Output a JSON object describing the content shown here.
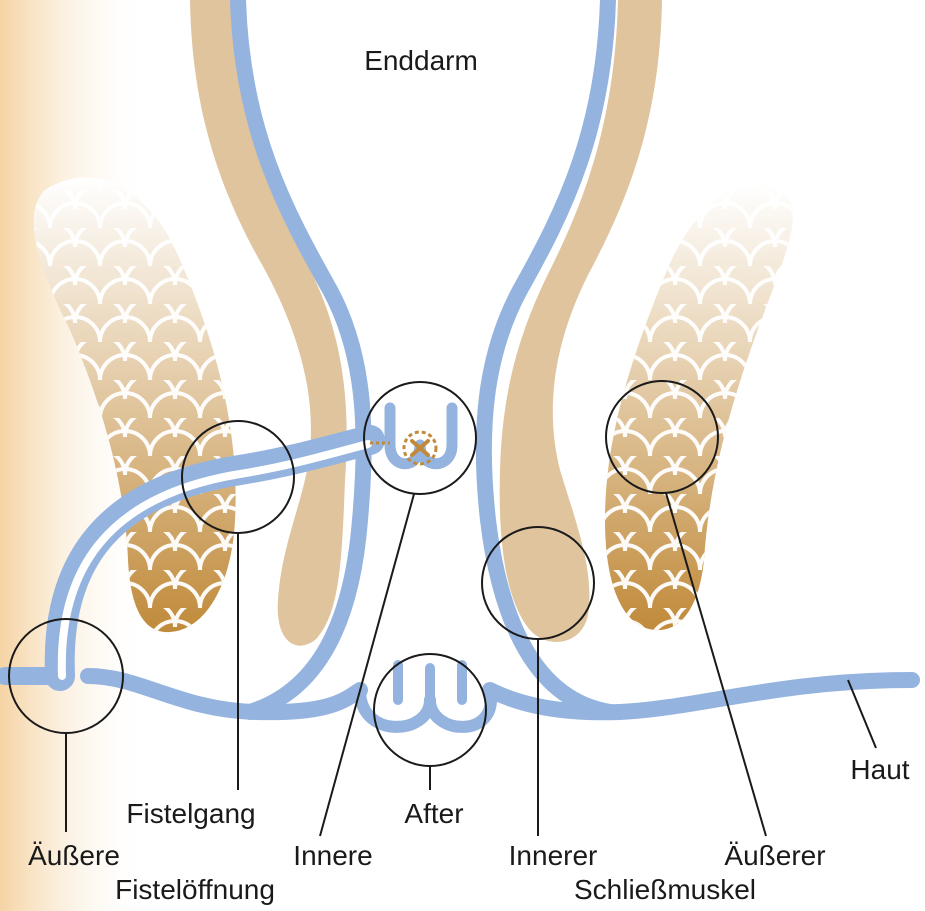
{
  "labels": {
    "rectum": "Enddarm",
    "fistula_tract": "Fistelgang",
    "anus": "After",
    "skin": "Haut",
    "outer_opening_1": "Äußere",
    "outer_opening_2": "Fistelöffnung",
    "inner_opening": "Innere",
    "inner_sphincter_1": "Innerer",
    "inner_sphincter_2": "Schließmuskel",
    "outer_sphincter": "Äußerer"
  },
  "colors": {
    "mucosa_blue": "#94b4df",
    "inner_muscle_tan": "#dfc49e",
    "outer_muscle_gold": "#c08a3a",
    "skin_gradient": "#f5d3a3",
    "line": "#1a1a1a"
  }
}
